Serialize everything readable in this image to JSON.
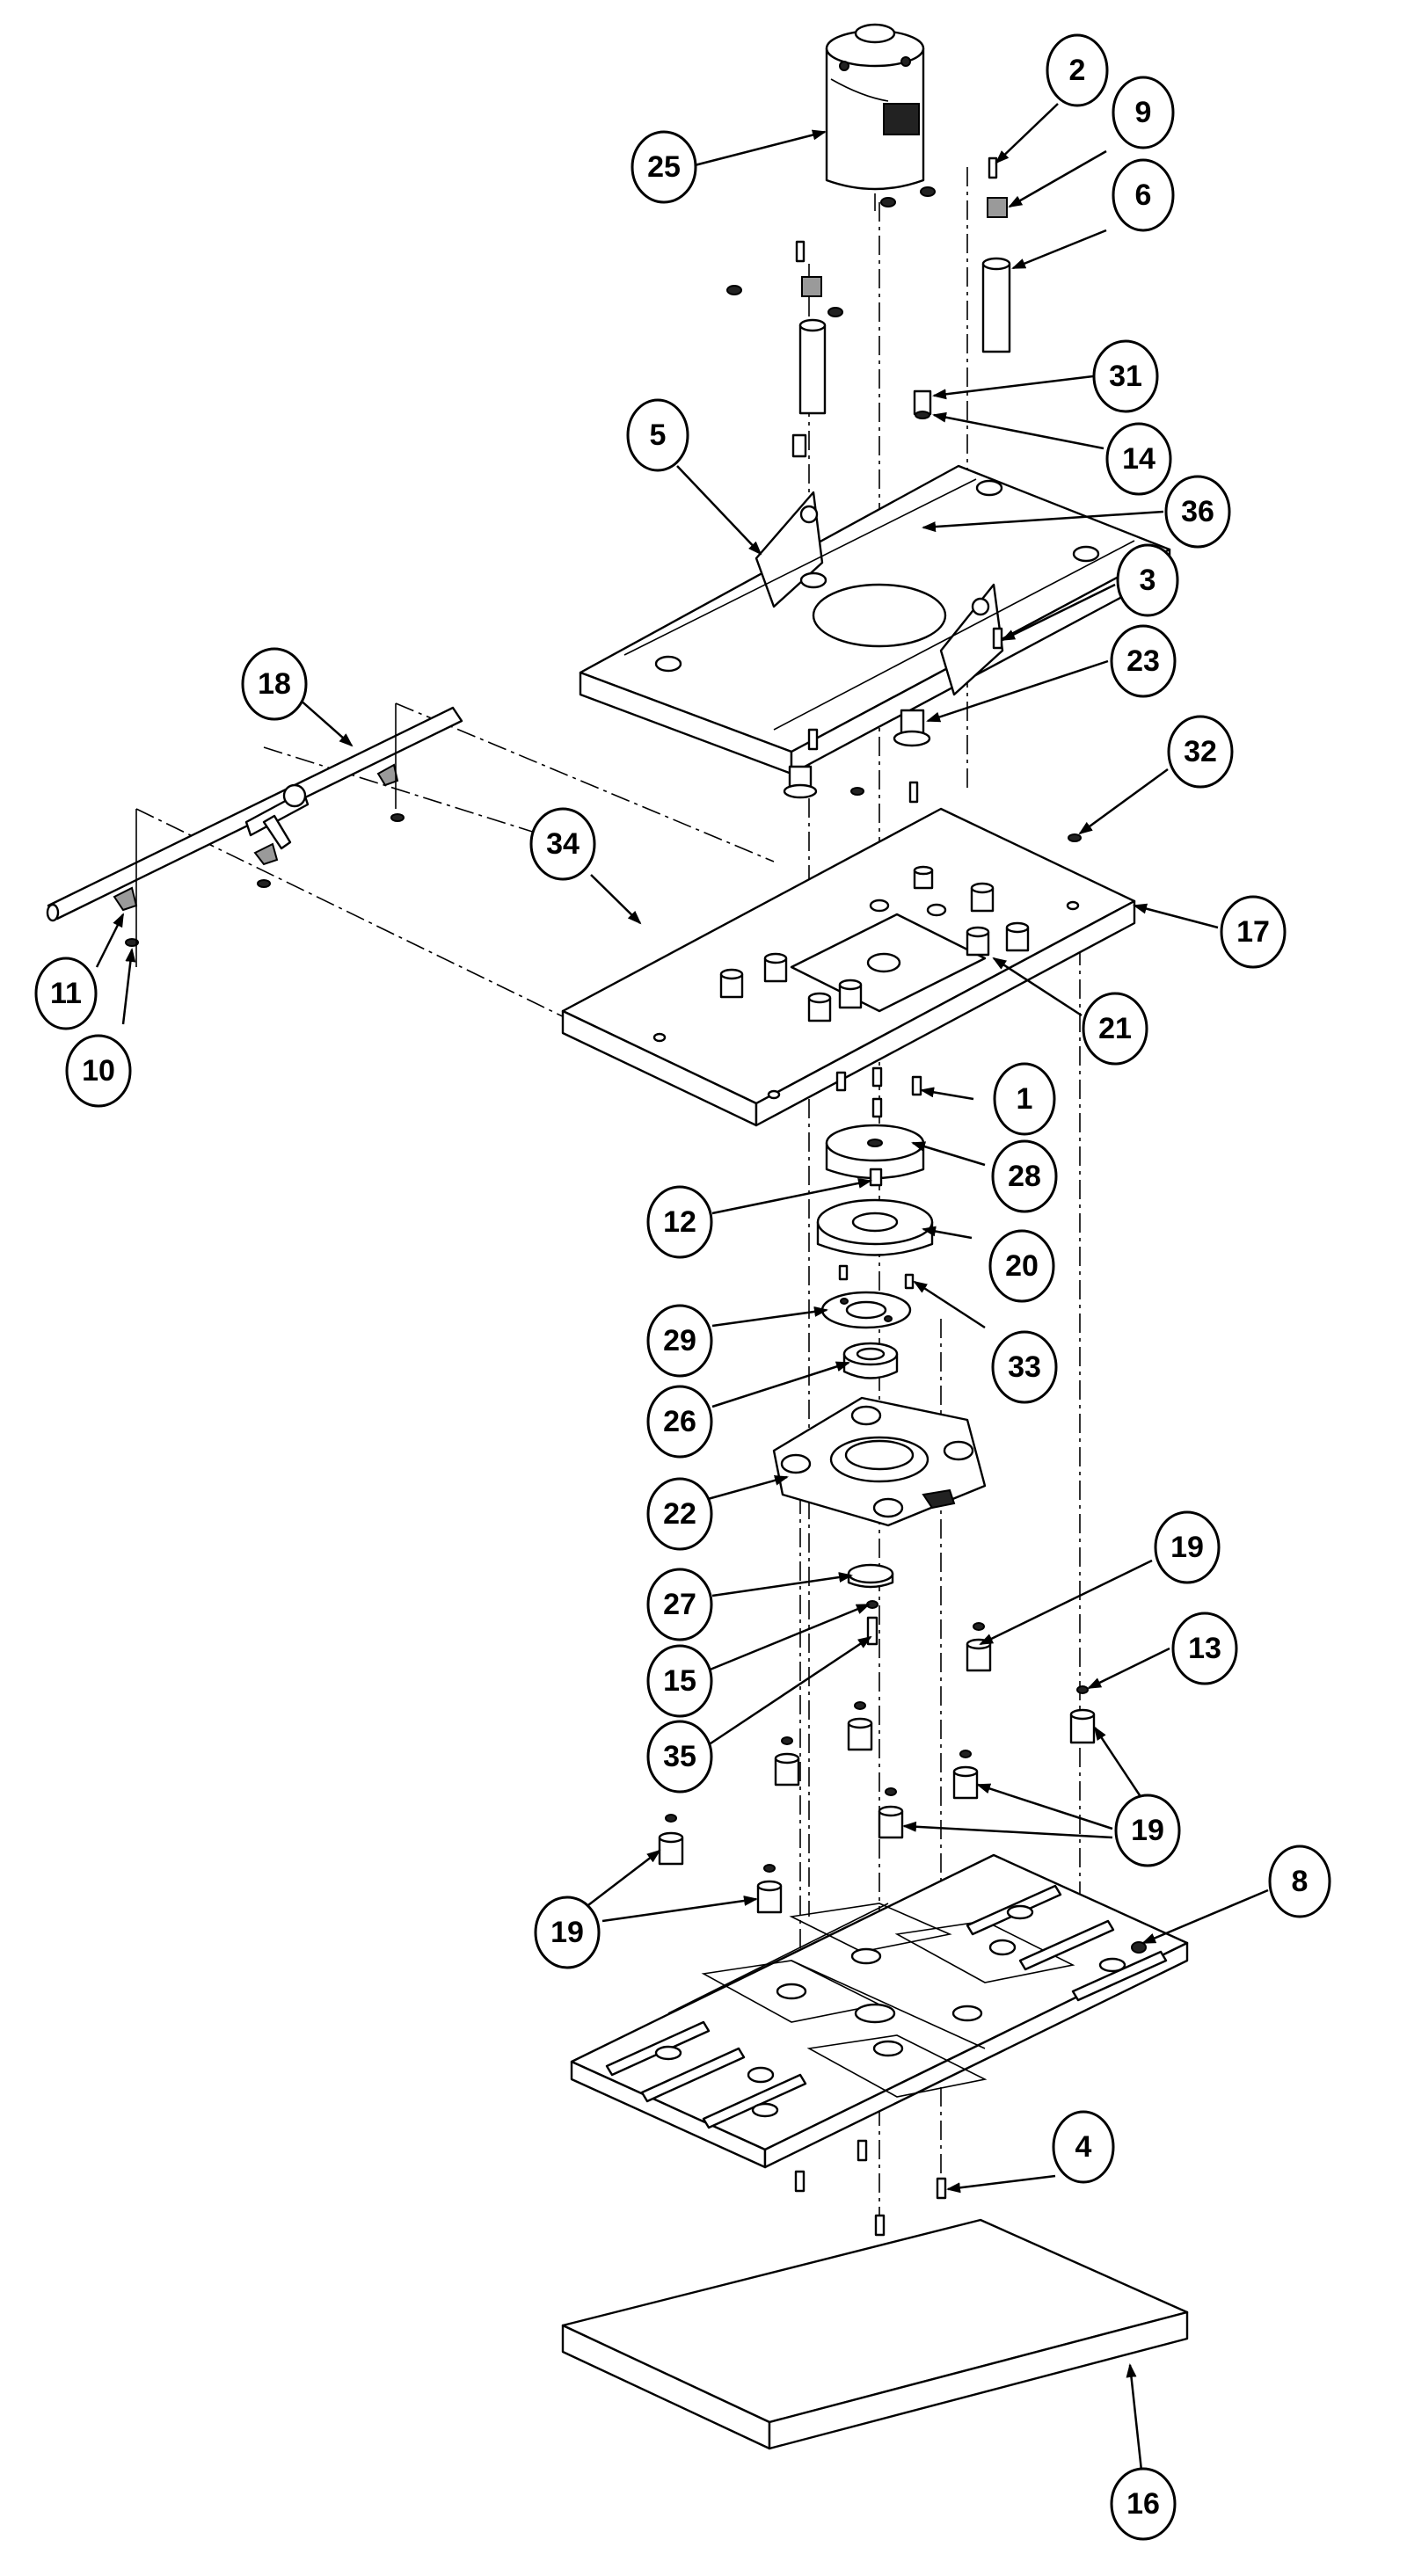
{
  "diagram": {
    "callouts": [
      "2",
      "9",
      "6",
      "25",
      "31",
      "14",
      "5",
      "36",
      "3",
      "23",
      "18",
      "32",
      "34",
      "17",
      "21",
      "11",
      "10",
      "1",
      "28",
      "12",
      "20",
      "29",
      "33",
      "26",
      "22",
      "19",
      "27",
      "13",
      "15",
      "35",
      "8",
      "4",
      "16"
    ]
  }
}
